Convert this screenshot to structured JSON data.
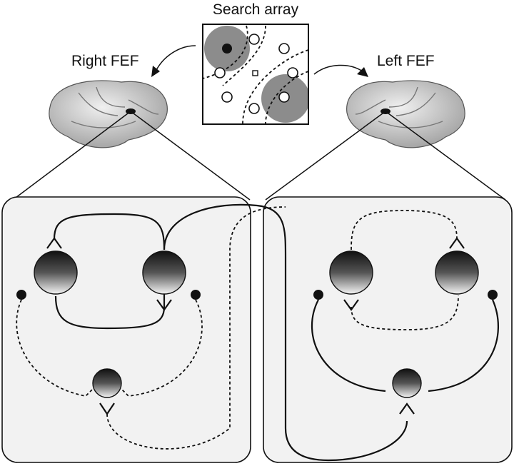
{
  "title": "Search array",
  "labels": {
    "right": "Right FEF",
    "left": "Left FEF"
  },
  "colors": {
    "panel": "#f2f2f2",
    "receptive_field": "#8c8c8c",
    "neuron_light": "#f4f4f4",
    "neuron_dark": "#111111",
    "brain": "#d9d9d9"
  }
}
